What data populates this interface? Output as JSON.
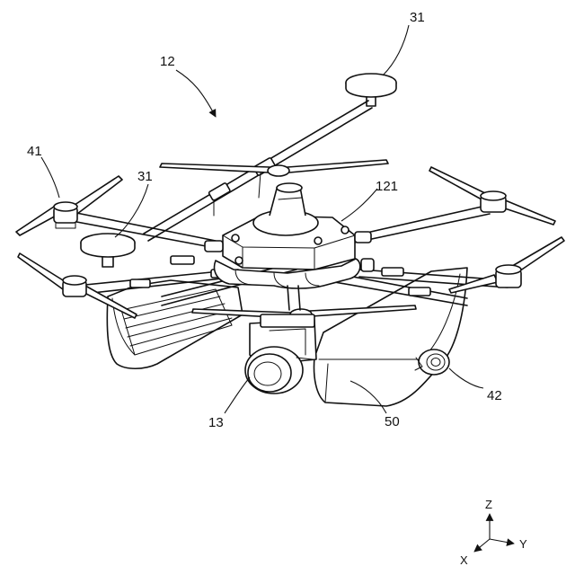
{
  "figure": {
    "labels": {
      "drone": "12",
      "antenna_right": "31",
      "antenna_left": "31",
      "motor": "41",
      "body_top": "121",
      "camera": "13",
      "float": "50",
      "side_light": "42"
    },
    "axes": {
      "z": "Z",
      "y": "Y",
      "x": "X"
    }
  }
}
